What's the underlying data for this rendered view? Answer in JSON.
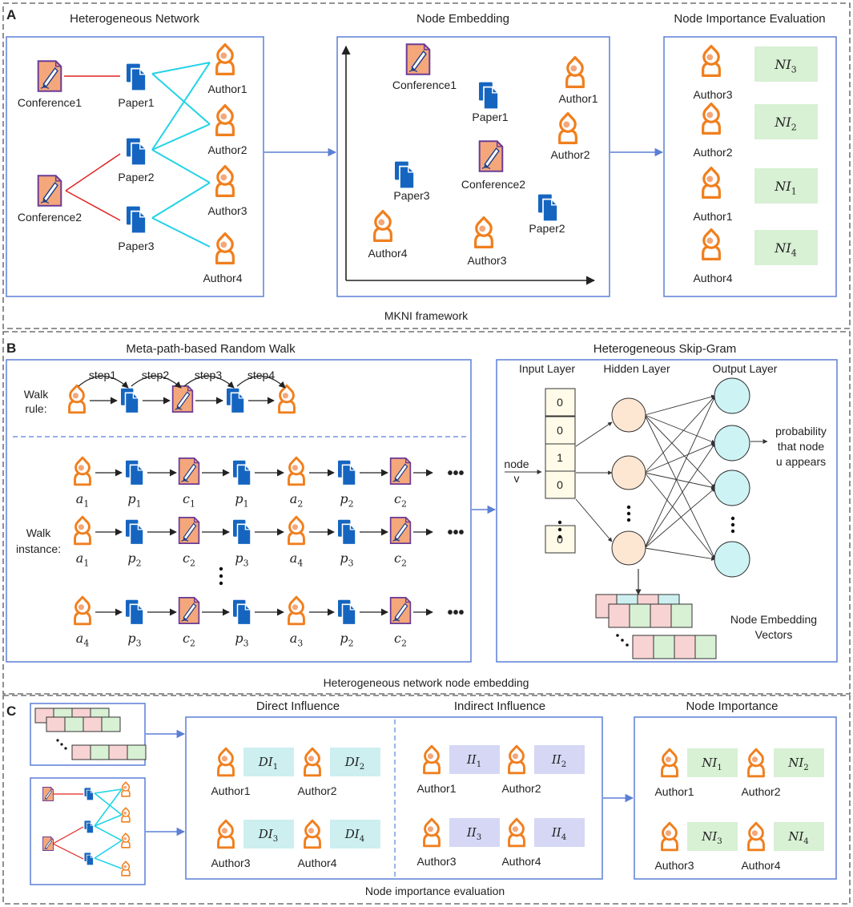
{
  "colors": {
    "border": "#5b7fd6",
    "dashed": "#555555",
    "paper": "#1565c0",
    "author": "#f07f1e",
    "conference_fill": "#f4a77b",
    "conference_edge": "#6a3b96",
    "cyan_edge": "#22d3e6",
    "red_edge": "#e02424",
    "green": "#d8f0d4",
    "teal": "#cdeff0",
    "lavender": "#d5d7f5",
    "pink": "#f8d3d3"
  },
  "icons": {
    "author": "author-icon",
    "paper": "paper-icon",
    "conference": "conference-icon"
  },
  "panel_a": {
    "letter": "A",
    "caption": "MKNI framework",
    "hetnet": {
      "title": "Heterogeneous Network",
      "conferences": [
        "Conference1",
        "Conference2"
      ],
      "papers": [
        "Paper1",
        "Paper2",
        "Paper3"
      ],
      "authors": [
        "Author1",
        "Author2",
        "Author3",
        "Author4"
      ]
    },
    "embedding": {
      "title": "Node Embedding",
      "nodes": [
        "Conference1",
        "Paper1",
        "Author1",
        "Author2",
        "Conference2",
        "Paper3",
        "Paper2",
        "Author4",
        "Author3"
      ]
    },
    "evaluation": {
      "title": "Node Importance Evaluation",
      "rows": [
        {
          "author": "Author3",
          "score": "NI",
          "sub": "3"
        },
        {
          "author": "Author2",
          "score": "NI",
          "sub": "2"
        },
        {
          "author": "Author1",
          "score": "NI",
          "sub": "1"
        },
        {
          "author": "Author4",
          "score": "NI",
          "sub": "4"
        }
      ]
    }
  },
  "panel_b": {
    "letter": "B",
    "caption": "Heterogeneous network node embedding",
    "walk": {
      "title": "Meta-path-based Random Walk",
      "rule_label_1": "Walk",
      "rule_label_2": "rule:",
      "steps": [
        "step1",
        "step2",
        "step3",
        "step4"
      ],
      "instance_label_1": "Walk",
      "instance_label_2": "instance:",
      "ellipsis": "•••",
      "instances": [
        [
          {
            "l": "a",
            "s": "1"
          },
          {
            "l": "p",
            "s": "1"
          },
          {
            "l": "c",
            "s": "1"
          },
          {
            "l": "p",
            "s": "1"
          },
          {
            "l": "a",
            "s": "2"
          },
          {
            "l": "p",
            "s": "2"
          },
          {
            "l": "c",
            "s": "2"
          }
        ],
        [
          {
            "l": "a",
            "s": "1"
          },
          {
            "l": "p",
            "s": "2"
          },
          {
            "l": "c",
            "s": "2"
          },
          {
            "l": "p",
            "s": "3"
          },
          {
            "l": "a",
            "s": "4"
          },
          {
            "l": "p",
            "s": "3"
          },
          {
            "l": "c",
            "s": "2"
          }
        ],
        [
          {
            "l": "a",
            "s": "4"
          },
          {
            "l": "p",
            "s": "3"
          },
          {
            "l": "c",
            "s": "2"
          },
          {
            "l": "p",
            "s": "3"
          },
          {
            "l": "a",
            "s": "3"
          },
          {
            "l": "p",
            "s": "2"
          },
          {
            "l": "c",
            "s": "2"
          }
        ]
      ]
    },
    "skipgram": {
      "title": "Heterogeneous Skip-Gram",
      "input_layer": "Input Layer",
      "hidden_layer": "Hidden Layer",
      "output_layer": "Output Layer",
      "input_values": [
        "0",
        "0",
        "1",
        "0",
        "0"
      ],
      "node_label_1": "node",
      "node_label_2": "v",
      "prob_1": "probability",
      "prob_2": "that node",
      "prob_3": "u appears",
      "embed_1": "Node Embedding",
      "embed_2": "Vectors"
    }
  },
  "panel_c": {
    "letter": "C",
    "caption": "Node importance evaluation",
    "direct": {
      "title": "Direct Influence",
      "items": [
        {
          "author": "Author1",
          "score": "DI",
          "sub": "1"
        },
        {
          "author": "Author2",
          "score": "DI",
          "sub": "2"
        },
        {
          "author": "Author3",
          "score": "DI",
          "sub": "3"
        },
        {
          "author": "Author4",
          "score": "DI",
          "sub": "4"
        }
      ]
    },
    "indirect": {
      "title": "Indirect Influence",
      "items": [
        {
          "author": "Author1",
          "score": "II",
          "sub": "1"
        },
        {
          "author": "Author2",
          "score": "II",
          "sub": "2"
        },
        {
          "author": "Author3",
          "score": "II",
          "sub": "3"
        },
        {
          "author": "Author4",
          "score": "II",
          "sub": "4"
        }
      ]
    },
    "importance": {
      "title": "Node Importance",
      "items": [
        {
          "author": "Author1",
          "score": "NI",
          "sub": "1"
        },
        {
          "author": "Author2",
          "score": "NI",
          "sub": "2"
        },
        {
          "author": "Author3",
          "score": "NI",
          "sub": "3"
        },
        {
          "author": "Author4",
          "score": "NI",
          "sub": "4"
        }
      ]
    }
  }
}
